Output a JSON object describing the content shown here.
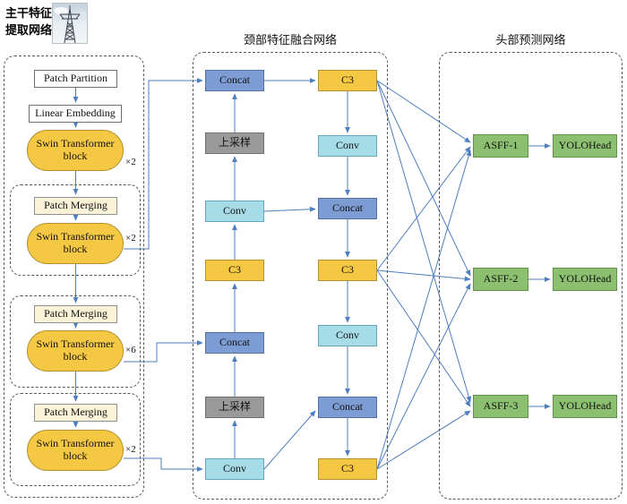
{
  "corner": {
    "title_line1": "主干特征",
    "title_line2": "提取网络"
  },
  "sections": {
    "neck_title": "颈部特征融合网络",
    "head_title": "头部预测网络"
  },
  "backbone": {
    "patch_partition": "Patch Partition",
    "linear_embedding": "Linear Embedding",
    "swin_block": "Swin Transformer block",
    "patch_merging": "Patch Merging",
    "multipliers": [
      "×2",
      "×2",
      "×6",
      "×2"
    ]
  },
  "neck": {
    "left": [
      "Concat",
      "上采样",
      "Conv",
      "C3",
      "Concat",
      "上采样",
      "Conv"
    ],
    "right": [
      "C3",
      "Conv",
      "Concat",
      "C3",
      "Conv",
      "Concat",
      "C3"
    ]
  },
  "head": {
    "asff": [
      "ASFF-1",
      "ASFF-2",
      "ASFF-3"
    ],
    "yolohead": "YOLOHead"
  },
  "colors": {
    "swin_c3_yellow": "#f5c843",
    "patch_merging_pale": "#faf3d7",
    "concat_blue": "#7d9cd4",
    "upsample_gray": "#9a9a9a",
    "conv_cyan": "#a6dbe8",
    "head_green": "#8cc070",
    "arrow_blue": "#4d7ebf"
  }
}
